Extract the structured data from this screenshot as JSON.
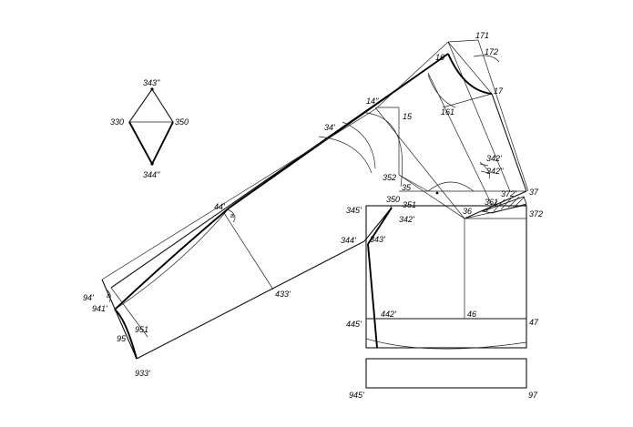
{
  "diamond": {
    "top": "343''",
    "left": "330",
    "right": "350",
    "bottom": "344''"
  },
  "labels": {
    "p171": "171",
    "p172": "172",
    "p16": "16",
    "p17": "17",
    "p161": "161",
    "p14pp": "14''",
    "p15": "15",
    "p34p": "34'",
    "p342p_top": "342'",
    "p342pp": "342''",
    "p352": "352",
    "p35": "35",
    "p37": "37",
    "p372p": "372'",
    "p361": "361",
    "p36": "36",
    "p372": "372",
    "p350": "350",
    "p351": "351",
    "p345p": "345'",
    "p342p": "342'",
    "p344p": "344'",
    "p343p": "343'",
    "p44p": "44'",
    "p433p": "433'",
    "p94p": "94'",
    "p941p": "941'",
    "p951": "951",
    "p95": "95",
    "p933p": "933'",
    "p442p": "442'",
    "p46": "46",
    "p47": "47",
    "p445p": "445'",
    "p945p": "945'",
    "p97": "97"
  },
  "angle_marks": {
    "upper": "a",
    "lower": "a"
  }
}
